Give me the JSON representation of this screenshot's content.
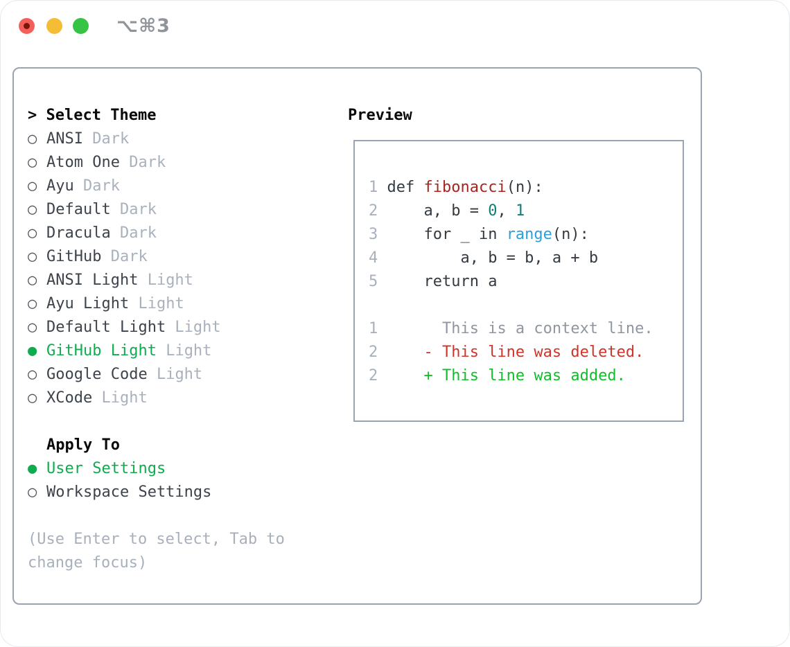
{
  "window": {
    "title": "⌥⌘3",
    "traffic_lights": {
      "close": "close-button",
      "minimize": "minimize-button",
      "zoom": "zoom-button"
    }
  },
  "markers": {
    "selected": "●",
    "unselected": "○"
  },
  "theme_panel": {
    "header_prompt": ">",
    "header": "Select Theme",
    "themes": [
      {
        "name": "ANSI",
        "variant": "Dark",
        "selected": false
      },
      {
        "name": "Atom One",
        "variant": "Dark",
        "selected": false
      },
      {
        "name": "Ayu",
        "variant": "Dark",
        "selected": false
      },
      {
        "name": "Default",
        "variant": "Dark",
        "selected": false
      },
      {
        "name": "Dracula",
        "variant": "Dark",
        "selected": false
      },
      {
        "name": "GitHub",
        "variant": "Dark",
        "selected": false
      },
      {
        "name": "ANSI Light",
        "variant": "Light",
        "selected": false
      },
      {
        "name": "Ayu Light",
        "variant": "Light",
        "selected": false
      },
      {
        "name": "Default Light",
        "variant": "Light",
        "selected": false
      },
      {
        "name": "GitHub Light",
        "variant": "Light",
        "selected": true
      },
      {
        "name": "Google Code",
        "variant": "Light",
        "selected": false
      },
      {
        "name": "XCode",
        "variant": "Light",
        "selected": false
      }
    ],
    "apply_to": {
      "header": "Apply To",
      "options": [
        {
          "name": "User Settings",
          "selected": true
        },
        {
          "name": "Workspace Settings",
          "selected": false
        }
      ]
    },
    "hint_lines": [
      "(Use Enter to select, Tab to",
      "change focus)"
    ]
  },
  "preview": {
    "header": "Preview",
    "code_lines": [
      {
        "num": "1",
        "tokens": [
          {
            "t": "def ",
            "c": "plain"
          },
          {
            "t": "fibonacci",
            "c": "function"
          },
          {
            "t": "(n):",
            "c": "plain"
          }
        ]
      },
      {
        "num": "2",
        "tokens": [
          {
            "t": "    a, b = ",
            "c": "plain"
          },
          {
            "t": "0",
            "c": "number"
          },
          {
            "t": ", ",
            "c": "plain"
          },
          {
            "t": "1",
            "c": "number"
          }
        ]
      },
      {
        "num": "3",
        "tokens": [
          {
            "t": "    for _ in ",
            "c": "plain"
          },
          {
            "t": "range",
            "c": "builtin"
          },
          {
            "t": "(n):",
            "c": "plain"
          }
        ]
      },
      {
        "num": "4",
        "tokens": [
          {
            "t": "        a, b = b, a + b",
            "c": "plain"
          }
        ]
      },
      {
        "num": "5",
        "tokens": [
          {
            "t": "    return a",
            "c": "plain"
          }
        ]
      }
    ],
    "diff_lines": [
      {
        "num": "1",
        "tokens": [
          {
            "t": "      This is a context line.",
            "c": "context"
          }
        ]
      },
      {
        "num": "2",
        "tokens": [
          {
            "t": "    - This line was deleted.",
            "c": "deleted"
          }
        ]
      },
      {
        "num": "2",
        "tokens": [
          {
            "t": "    + This line was added.",
            "c": "added"
          }
        ]
      }
    ]
  },
  "colors": {
    "accent_green": "#10ab4e",
    "diff_added": "#13bd2b",
    "diff_deleted": "#ce3429",
    "function_red": "#a6261e",
    "builtin_blue": "#2b9fd9",
    "number_teal": "#0f7d78",
    "muted_gray": "#a8b0bc",
    "border_gray": "#9aa3b1"
  }
}
